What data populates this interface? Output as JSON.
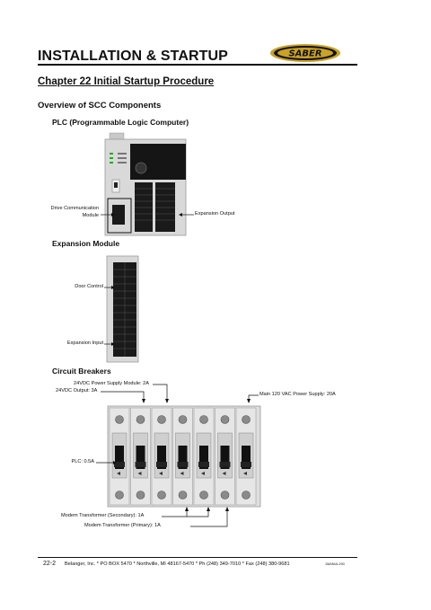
{
  "header": {
    "title": "INSTALLATION & STARTUP",
    "logo_text": "SABER"
  },
  "chapter_title": "Chapter 22 Initial Startup Procedure",
  "overview_title": "Overview of SCC Components",
  "plc": {
    "title": "PLC (Programmable Logic Computer)",
    "label_drive_line1": "Drive Communication",
    "label_drive_line2": "Module",
    "label_expansion_output": "Expansion Output"
  },
  "expansion_module": {
    "title": "Expansion Module",
    "label_door_control": "Door Control",
    "label_expansion_input": "Expansion Input"
  },
  "circuit_breakers": {
    "title": "Circuit Breakers",
    "label_24vdc_supply": "24VDC Power Supply Module: 2A",
    "label_24vdc_output": "24VDC Output: 3A",
    "label_main_120vac": "Main 120 VAC Power Supply: 20A",
    "label_plc": "PLC: 0.5A",
    "label_modem_secondary": "Modem Transformer (Secondary): 1A",
    "label_modem_primary": "Modem Transformer (Primary): 1A"
  },
  "footer": {
    "page_number": "22-2",
    "address": "Belanger, Inc. * PO BOX 5470 * Northville, MI 48167-5470 * Ph (248) 349-7010 * Fax (248) 380-9681",
    "doc_code": "1MANUL290"
  },
  "colors": {
    "logo_gold": "#c9a227",
    "logo_black": "#111111",
    "device_gray": "#d8d8d8",
    "terminal_black": "#1a1a1a"
  }
}
